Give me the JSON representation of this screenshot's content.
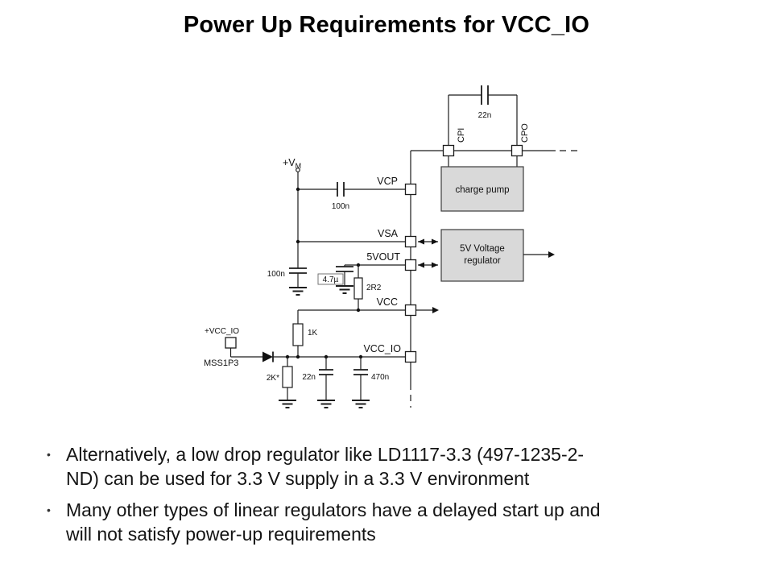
{
  "title": "Power Up Requirements for VCC_IO",
  "bullet_char": "•",
  "bullets": [
    [
      "Alternatively, a low drop regulator like LD1117-3.3 (497-1235-2-",
      "ND) can be used for 3.3 V supply in a 3.3 V environment"
    ],
    [
      "Many other types of linear regulators have a delayed start up and",
      "will not satisfy power-up requirements"
    ]
  ],
  "circuit": {
    "colors": {
      "block_fill": "#d9d9d9"
    },
    "blocks": {
      "charge_pump": "charge pump",
      "regulator_line1": "5V Voltage",
      "regulator_line2": "regulator"
    },
    "pins": {
      "cpi": "CPI",
      "cpo": "CPO",
      "vcp": "VCP",
      "vsa": "VSA",
      "v5out": "5VOUT",
      "vcc": "VCC",
      "vcc_io": "VCC_IO"
    },
    "supplies": {
      "vm_prefix": "+V",
      "vm_sub": "M",
      "vcc_io": "+VCC_IO"
    },
    "components": {
      "cap_charge_pump": "22n",
      "cap_vcp": "100n",
      "cap_vsa": "100n",
      "cap_5vout": "4.7µ",
      "res_2r2": "2R2",
      "res_1k": "1K",
      "res_2k": "2K*",
      "cap_22n": "22n",
      "cap_470n": "470n",
      "diode": "MSS1P3"
    }
  }
}
